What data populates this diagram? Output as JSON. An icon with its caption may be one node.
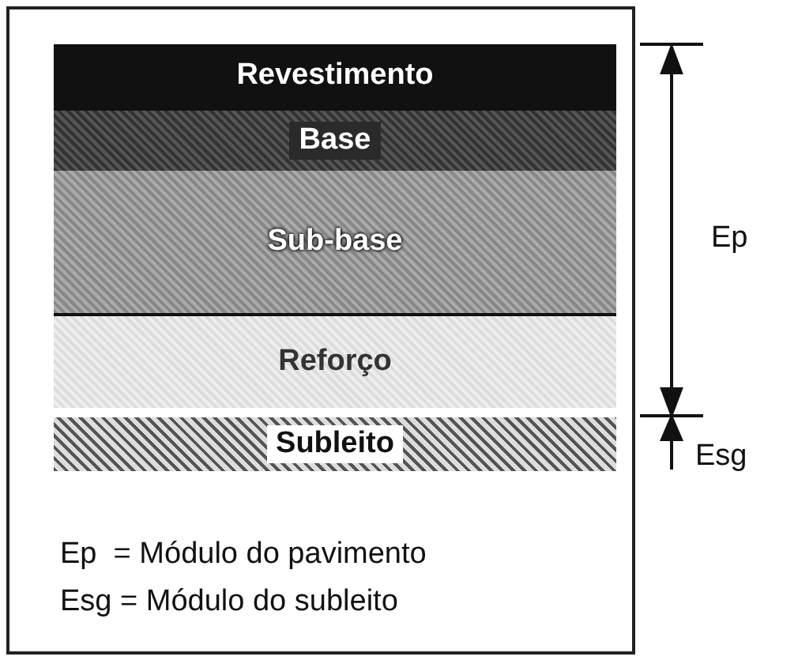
{
  "diagram": {
    "nodes": [
      {
        "text": [
          "Revestimento"
        ]
      },
      {
        "text": [
          "Base"
        ]
      },
      {
        "text": [
          "Sub-base"
        ]
      },
      {
        "text": [
          "Reforço"
        ]
      },
      {
        "text": [
          "Subleito"
        ]
      }
    ],
    "labels": [
      "Ep",
      "Esg",
      "Ep  = Módulo do pavimento",
      "Esg = Módulo do subleito"
    ]
  }
}
